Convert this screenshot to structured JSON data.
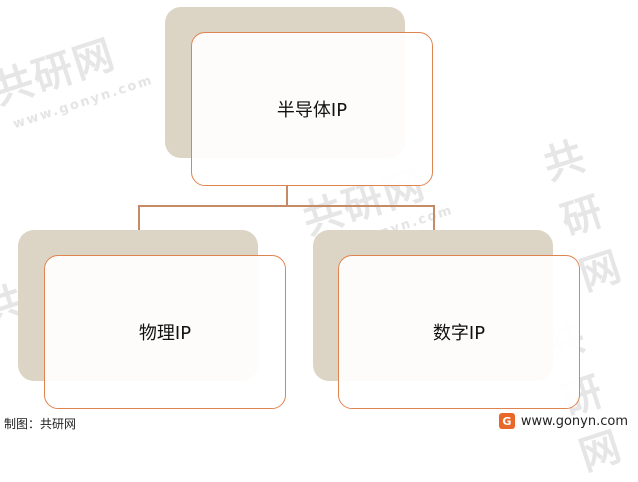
{
  "nodes": {
    "root": {
      "label": "半导体IP"
    },
    "left": {
      "label": "物理IP"
    },
    "right": {
      "label": "数字IP"
    }
  },
  "footer": {
    "credit": "制图：共研网",
    "site": "www.gonyn.com",
    "logo_icon": "gonyn-logo-icon",
    "logo_glyph": "G"
  },
  "watermark": {
    "brand": "共研网",
    "domain": "www.gonyn.com"
  },
  "colors": {
    "card_border": "#e0844f",
    "shadow_card": "#dcd4c4",
    "connector": "#c58a68",
    "logo": "#e8672a"
  }
}
